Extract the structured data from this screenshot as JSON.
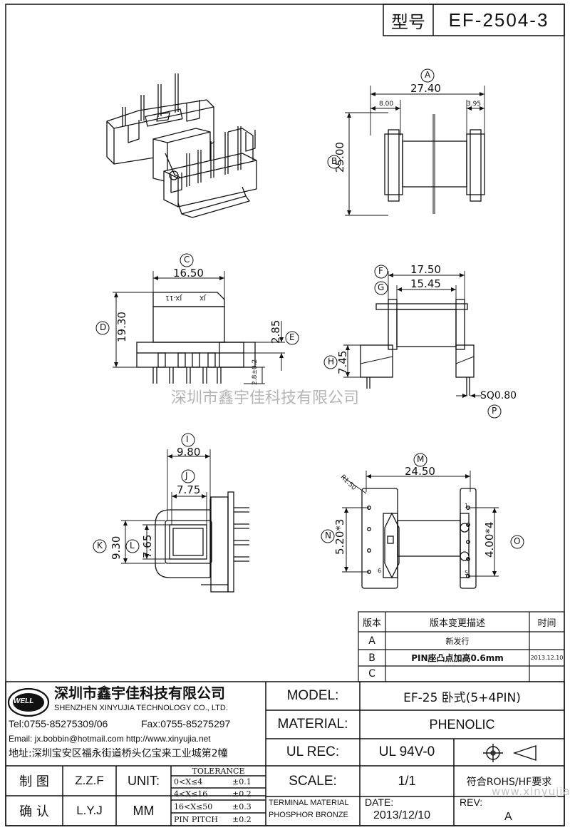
{
  "header": {
    "label_type": "型号",
    "model_code": "EF-2504-3"
  },
  "views": {
    "top": {
      "A_letter": "A",
      "A_value": "27.40",
      "left_value": "8.00",
      "right_value": "3.95",
      "B_letter": "B",
      "B_value": "25.00"
    },
    "front": {
      "C_letter": "C",
      "C_value": "16.50",
      "D_letter": "D",
      "D_value": "19.30",
      "E_letter": "E",
      "E_value": "2.85",
      "pin_value": "2.8±0.2",
      "mark1": "JX",
      "mark2": "JX-11"
    },
    "side": {
      "F_letter": "F",
      "F_value": "17.50",
      "G_letter": "G",
      "G_value": "15.45",
      "H_letter": "H",
      "H_value": "7.45",
      "P_letter": "P",
      "P_value": "SQ0.80"
    },
    "end": {
      "I_letter": "I",
      "I_value": "9.80",
      "J_letter": "J",
      "J_value": "7.75",
      "K_letter": "K",
      "K_value": "9.30",
      "L_letter": "L",
      "L_value": "7.65"
    },
    "bottom": {
      "M_letter": "M",
      "M_value": "24.50",
      "N_letter": "N",
      "N_value": "5.20*3",
      "O_letter": "O",
      "O_value": "4.00*4",
      "radius": "R1.50",
      "pin1": "1",
      "pin5": "5",
      "pin6": "6"
    }
  },
  "watermark": {
    "company": "深圳市鑫宇佳科技有限公司",
    "website": "www.xinyujia.net"
  },
  "revision_table": {
    "headers": {
      "version": "版本",
      "description": "版本变更描述",
      "time": "时间"
    },
    "rows": [
      {
        "version": "A",
        "description": "新发行",
        "time": ""
      },
      {
        "version": "B",
        "description": "PIN座凸点加高0.6mm",
        "time": "2013.12.10"
      },
      {
        "version": "C",
        "description": "",
        "time": ""
      }
    ]
  },
  "company": {
    "logo_text": "WELL",
    "name_cn": "深圳市鑫宇佳科技有限公司",
    "name_en": "SHENZHEN XINYUJIA TECHNOLOGY CO., LTD.",
    "tel": "Tel:0755-85275309/06",
    "fax": "Fax:0755-85275297",
    "email": "Email: jx.bobbin@hotmail.com http://www.xinyujia.net",
    "address": "地址:深圳宝安区福永街道桥头亿宝来工业城第2幢"
  },
  "title_block": {
    "model_label": "MODEL:",
    "model_value": "EF-25 卧式(5+4PIN)",
    "material_label": "MATERIAL:",
    "material_value": "PHENOLIC",
    "ulrec_label": "UL REC:",
    "ulrec_value": "UL 94V-0",
    "scale_label": "SCALE:",
    "scale_value": "1/1",
    "rohs": "符合ROHS/HF要求",
    "terminal_material_1": "TERMINAL MATERIAL",
    "terminal_material_2": "PHOSPHOR BRONZE",
    "date_label": "DATE:",
    "date_value": "2013/12/10",
    "rev_label": "REV:",
    "rev_value": "A",
    "drawn_label": "制 图",
    "drawn_value": "Z.Z.F",
    "checked_label": "确 认",
    "checked_value": "L.Y.J",
    "unit_label": "UNIT:",
    "unit_value": "MM",
    "tolerance_title": "TOLERANCE",
    "tolerance_rows": [
      {
        "range": "0<X≤4",
        "value": "±0.1"
      },
      {
        "range": "4<X≤16",
        "value": "±0.2"
      },
      {
        "range": "16<X≤50",
        "value": "±0.3"
      },
      {
        "range": "PIN PITCH",
        "value": "±0.2"
      }
    ]
  }
}
